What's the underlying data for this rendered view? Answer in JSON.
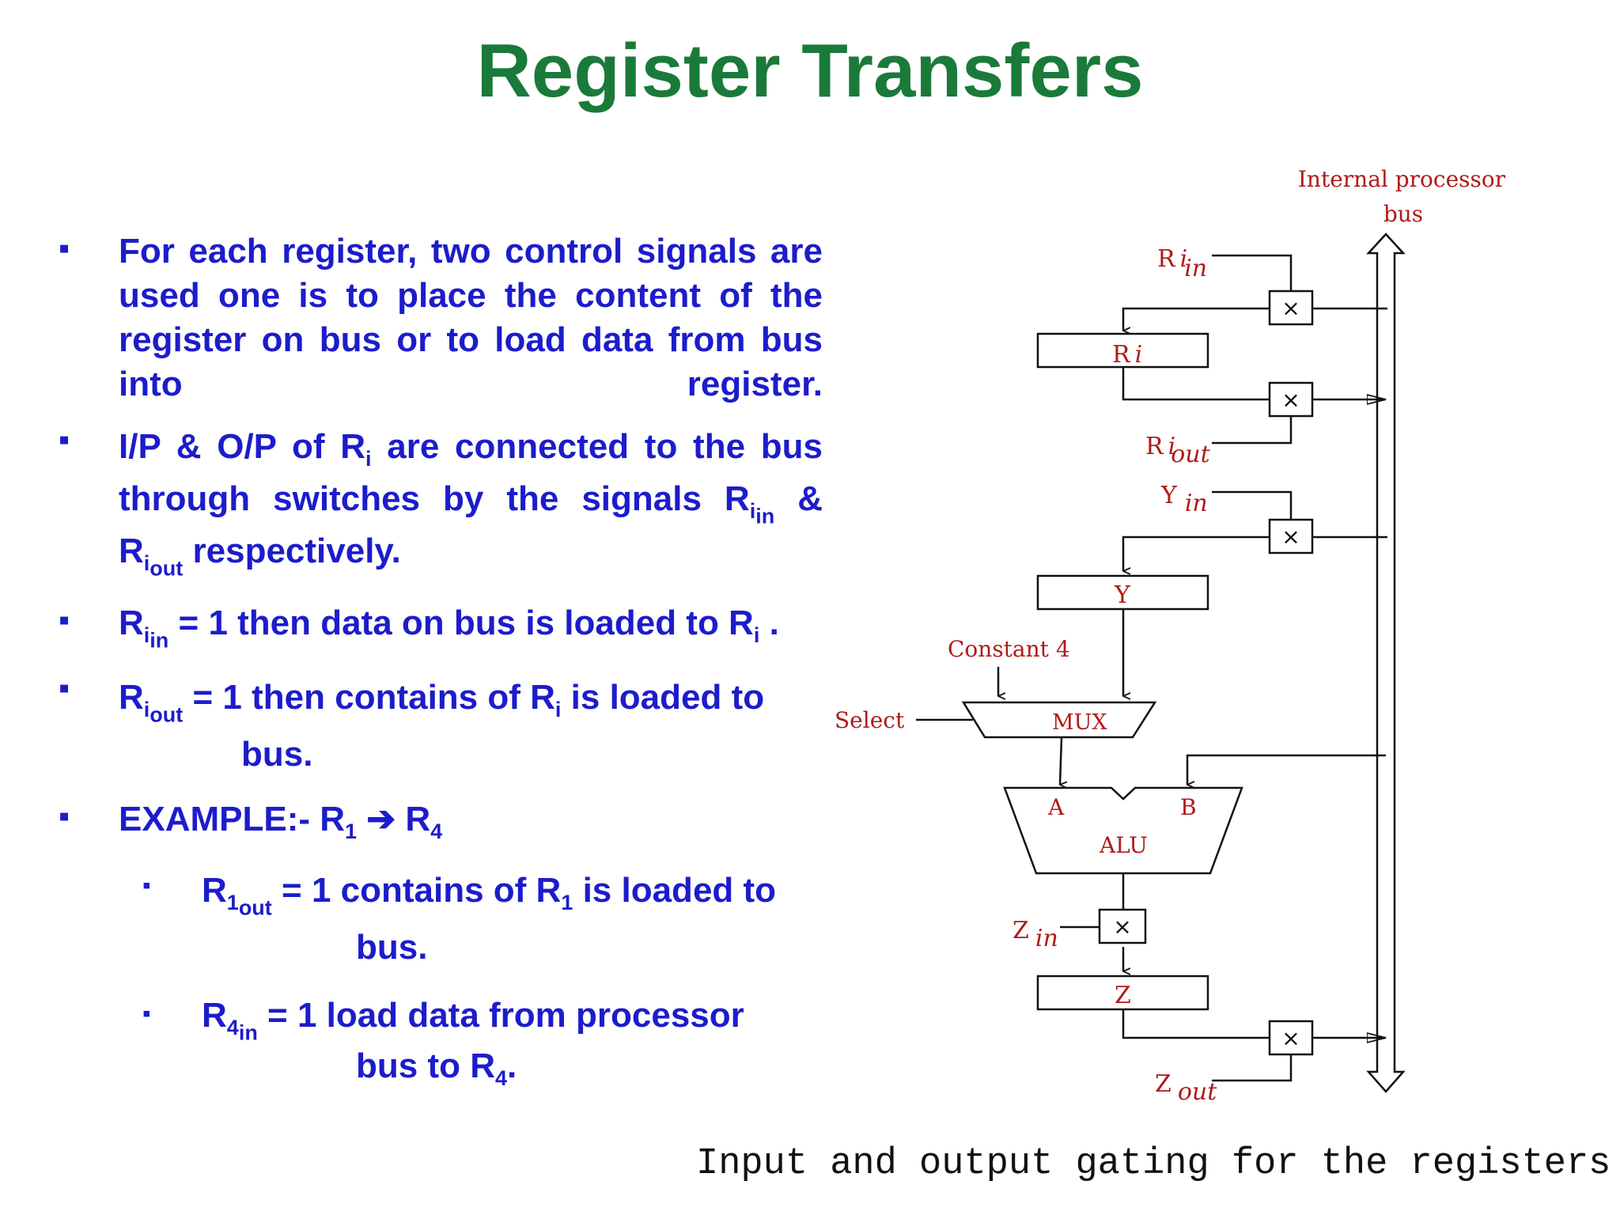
{
  "title": "Register Transfers",
  "bullets": {
    "b1": "For each register, two control signals are used one is to place the content of the register on bus or to load data from bus into register.",
    "b2": {
      "t1": "I/P & O/P of R",
      "s1": "i",
      "t2": " are connected to the bus through switches by the signals R",
      "s2": "i",
      "s3": "in",
      "t3": "  &",
      "t4": "R",
      "s4": "i",
      "s5": "out",
      "t5": " respectively."
    },
    "b3": {
      "t1": "R",
      "s1": "i",
      "s2": "in",
      "t2": " = 1 then data on bus is loaded to R",
      "s3": "i",
      "t3": " ."
    },
    "b4": {
      "t1": "R",
      "s1": "i",
      "s2": "out",
      "t2": " = 1 then contains of R",
      "s3": "i",
      "t3": " is loaded to",
      "t4": "bus."
    },
    "b5": {
      "t1": "EXAMPLE:-    R",
      "s1": "1",
      "arrow": " ➔ ",
      "t2": "R",
      "s2": "4"
    },
    "b6": {
      "t1": "R",
      "s1": "1",
      "s2": "out",
      "t2": " = 1 contains of R",
      "s3": "1",
      "t3": " is loaded to",
      "t4": "bus."
    },
    "b7": {
      "t1": "R",
      "s1": "4",
      "s2": "in",
      "t2": " = 1 load data from processor",
      "t3": "bus to R",
      "s3": "4",
      "t4": "."
    }
  },
  "diagram": {
    "bus_label_1": "Internal processor",
    "bus_label_2": "bus",
    "ri_in_R": "R",
    "ri_in_sub": "i",
    "ri_in_sub2": "in",
    "ri_box": "R",
    "ri_box_i": "i",
    "ri_out_R": "R",
    "ri_out_sub": "i",
    "ri_out_sub2": "out",
    "y_in": "Y",
    "y_in_sub": "in",
    "y_box": "Y",
    "constant": "Constant 4",
    "select": "Select",
    "mux": "MUX",
    "alu": "ALU",
    "alu_a": "A",
    "alu_b": "B",
    "z_in": "Z",
    "z_in_sub": "in",
    "z_box": "Z",
    "z_out": "Z",
    "z_out_sub": "out",
    "switch_symbol": "×"
  },
  "caption": "Input and output gating for the registers",
  "colors": {
    "title": "#1a7a3a",
    "text": "#1c1ccc",
    "diagram_label": "#b01a1a"
  }
}
